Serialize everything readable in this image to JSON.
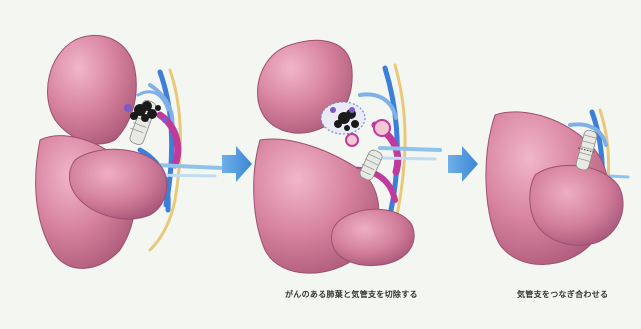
{
  "steps": [
    {
      "id": "before",
      "caption": ""
    },
    {
      "id": "resection",
      "caption": "がんのある肺葉と気管支を切除する"
    },
    {
      "id": "anastomosis",
      "caption": "気管支をつなぎ合わせる"
    }
  ],
  "colors": {
    "background": "#f4f6f2",
    "lung": "#d7839f",
    "lung_highlight": "#ecaec4",
    "lung_shadow": "#b35f7f",
    "artery": "#c03a9c",
    "vein": "#3b7fd8",
    "vein_light": "#7fb0e8",
    "bronchus": "#e9e9e4",
    "tumor": "#1a1a1a",
    "arrow": "#4c9ae0",
    "nerve": "#e8c97a"
  }
}
